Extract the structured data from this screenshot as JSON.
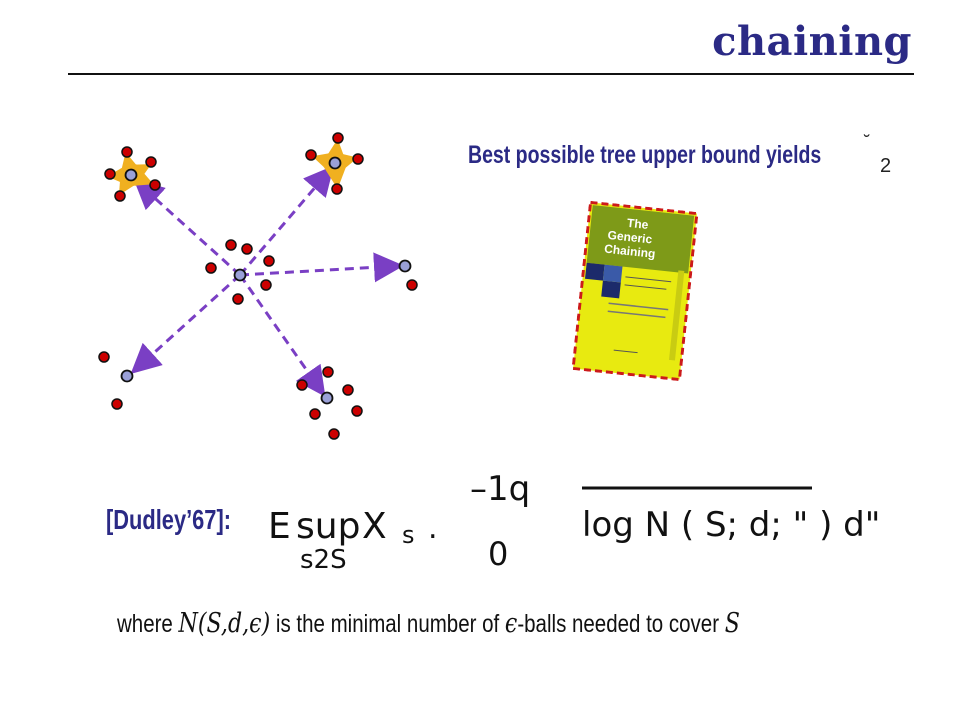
{
  "title": "chaining",
  "bound": {
    "text": "Best possible tree upper bound yields",
    "symbol": "˘",
    "subscript": "2"
  },
  "book": {
    "title_line1": "The",
    "title_line2": "Generic",
    "title_line3": "Chaining",
    "colors": {
      "cover": "#e8ea10",
      "frame": "#cc1a1a",
      "title_band": "#7e9a18"
    }
  },
  "dudley": {
    "label": "[Dudley’67]:",
    "lhs_E": "E",
    "lhs_sup": "sup",
    "lhs_X": "X",
    "lhs_sub_s": "s",
    "sup_under": "s2S",
    "relation": ".",
    "int_top": "–1q",
    "int_bottom": "0",
    "integrand": "log N ( S; d; \" ) d\""
  },
  "where": {
    "w1": "where",
    "n_expr": "N(S,d,ϵ)",
    "w2": "is the minimal number of",
    "eps": "ϵ",
    "w3": "-balls needed to cover",
    "s": "S"
  },
  "colors": {
    "title": "#2b2a85",
    "arrow": "#7a3fc4",
    "leaf": "#cc0000",
    "center": "#9aa0d8",
    "local": "#f0b020"
  }
}
